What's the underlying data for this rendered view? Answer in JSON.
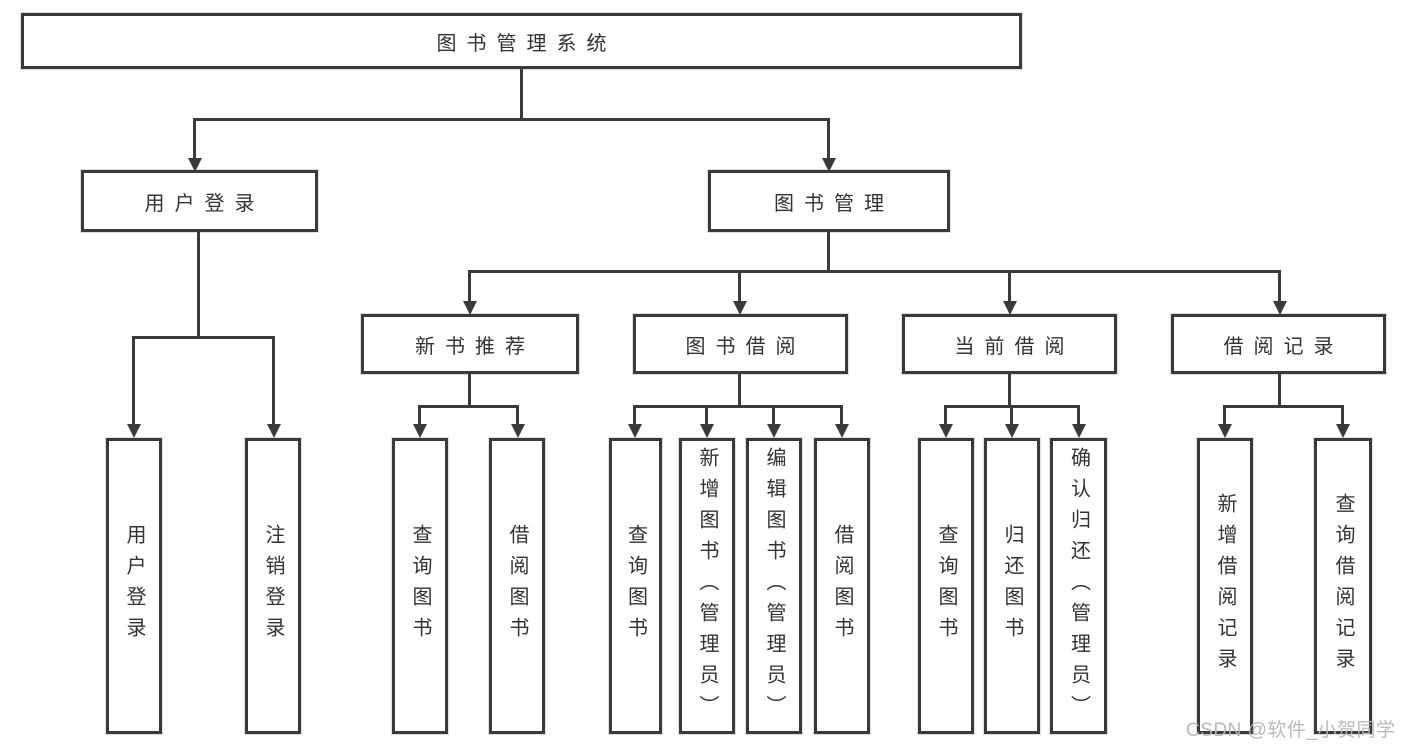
{
  "diagram_type": "hierarchy-tree",
  "colors": {
    "line": "#3a3a3a",
    "text": "#333333",
    "background": "#ffffff",
    "watermark": "#b6b6bc"
  },
  "nodes": {
    "root": {
      "label": "图书管理系统"
    },
    "user_login": {
      "label": "用户登录"
    },
    "book_mgmt": {
      "label": "图书管理"
    },
    "new_book": {
      "label": "新书推荐"
    },
    "book_borrow": {
      "label": "图书借阅"
    },
    "current_borrow": {
      "label": "当前借阅"
    },
    "borrow_records": {
      "label": "借阅记录"
    },
    "leaf_user_login": {
      "label": "用户登录"
    },
    "leaf_logout": {
      "label": "注销登录"
    },
    "leaf_nb_query": {
      "label": "查询图书"
    },
    "leaf_nb_borrow": {
      "label": "借阅图书"
    },
    "leaf_bb_query": {
      "label": "查询图书"
    },
    "leaf_bb_add": {
      "label": "新增图书（管理员）"
    },
    "leaf_bb_edit": {
      "label": "编辑图书（管理员）"
    },
    "leaf_bb_borrow": {
      "label": "借阅图书"
    },
    "leaf_cb_query": {
      "label": "查询图书"
    },
    "leaf_cb_return": {
      "label": "归还图书"
    },
    "leaf_cb_confirm": {
      "label": "确认归还（管理员）"
    },
    "leaf_rec_add": {
      "label": "新增借阅记录"
    },
    "leaf_rec_query": {
      "label": "查询借阅记录"
    }
  },
  "edges": {
    "root_to": [
      "用户登录",
      "图书管理"
    ],
    "user_login_to": [
      "用户登录",
      "注销登录"
    ],
    "book_mgmt_to": [
      "新书推荐",
      "图书借阅",
      "当前借阅",
      "借阅记录"
    ],
    "new_book_to": [
      "查询图书",
      "借阅图书"
    ],
    "book_borrow_to": [
      "查询图书",
      "新增图书（管理员）",
      "编辑图书（管理员）",
      "借阅图书"
    ],
    "current_borrow_to": [
      "查询图书",
      "归还图书",
      "确认归还（管理员）"
    ],
    "borrow_records_to": [
      "新增借阅记录",
      "查询借阅记录"
    ]
  },
  "watermark": {
    "text": "CSDN @软件_小贺同学"
  }
}
